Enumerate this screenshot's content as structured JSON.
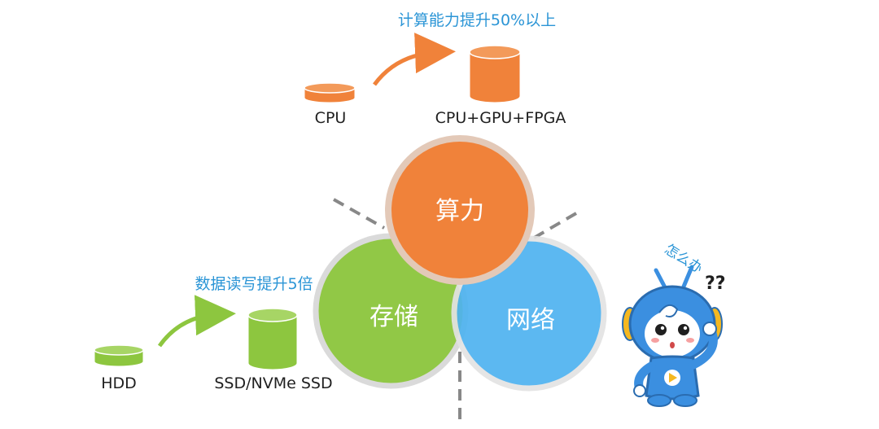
{
  "compute": {
    "note": "计算能力提升50%以上",
    "from_label": "CPU",
    "to_label": "CPU+GPU+FPGA"
  },
  "storage": {
    "note": "数据读写提升5倍",
    "from_label": "HDD",
    "to_label": "SSD/NVMe SSD"
  },
  "venn": {
    "compute": "算力",
    "storage": "存储",
    "network": "网络"
  },
  "mascot": {
    "worry_text": "怎么办",
    "question_marks": "??"
  },
  "colors": {
    "orange": "#f0823a",
    "green": "#8dc63f",
    "blue": "#4fb3f0",
    "note_blue": "#2b95d6",
    "mascot_blue": "#3b8fe0"
  }
}
